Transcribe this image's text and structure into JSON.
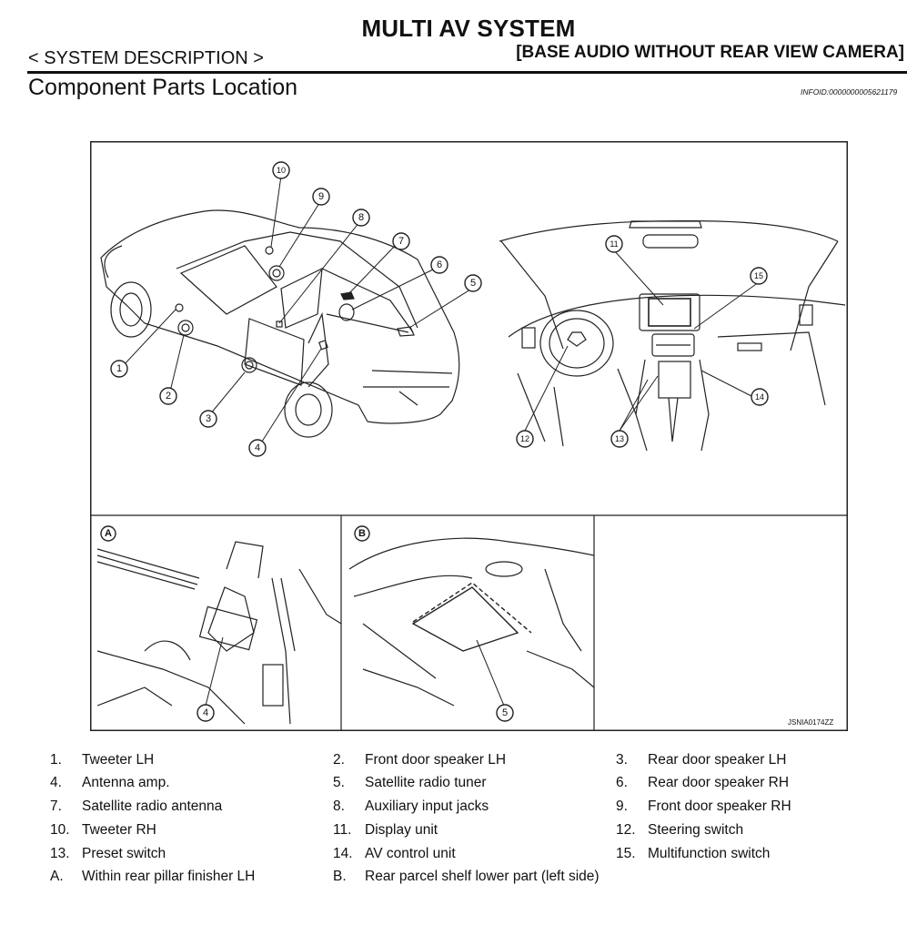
{
  "header": {
    "title": "MULTI AV SYSTEM",
    "section": "< SYSTEM DESCRIPTION >",
    "subtitle": "[BASE AUDIO WITHOUT REAR VIEW CAMERA]",
    "page_title": "Component Parts Location",
    "info_id": "INFOID:0000000005621179"
  },
  "figure": {
    "code": "JSNIA0174ZZ",
    "callouts": [
      "1",
      "2",
      "3",
      "4",
      "5",
      "6",
      "7",
      "8",
      "9",
      "10",
      "11",
      "12",
      "13",
      "14",
      "15"
    ],
    "inset_a_label": "A",
    "inset_b_label": "B",
    "inset_a_callout": "4",
    "inset_b_callout": "5"
  },
  "legend": [
    {
      "num": "1.",
      "label": "Tweeter LH"
    },
    {
      "num": "2.",
      "label": "Front door speaker LH"
    },
    {
      "num": "3.",
      "label": "Rear door speaker LH"
    },
    {
      "num": "4.",
      "label": "Antenna amp."
    },
    {
      "num": "5.",
      "label": "Satellite radio tuner"
    },
    {
      "num": "6.",
      "label": "Rear door speaker RH"
    },
    {
      "num": "7.",
      "label": "Satellite radio antenna"
    },
    {
      "num": "8.",
      "label": "Auxiliary input jacks"
    },
    {
      "num": "9.",
      "label": "Front door speaker RH"
    },
    {
      "num": "10.",
      "label": "Tweeter RH"
    },
    {
      "num": "11.",
      "label": "Display unit"
    },
    {
      "num": "12.",
      "label": "Steering switch"
    },
    {
      "num": "13.",
      "label": "Preset switch"
    },
    {
      "num": "14.",
      "label": "AV control unit"
    },
    {
      "num": "15.",
      "label": "Multifunction switch"
    },
    {
      "num": "A.",
      "label": "Within rear pillar finisher LH"
    },
    {
      "num": "B.",
      "label": "Rear parcel shelf lower part (left side)"
    }
  ]
}
